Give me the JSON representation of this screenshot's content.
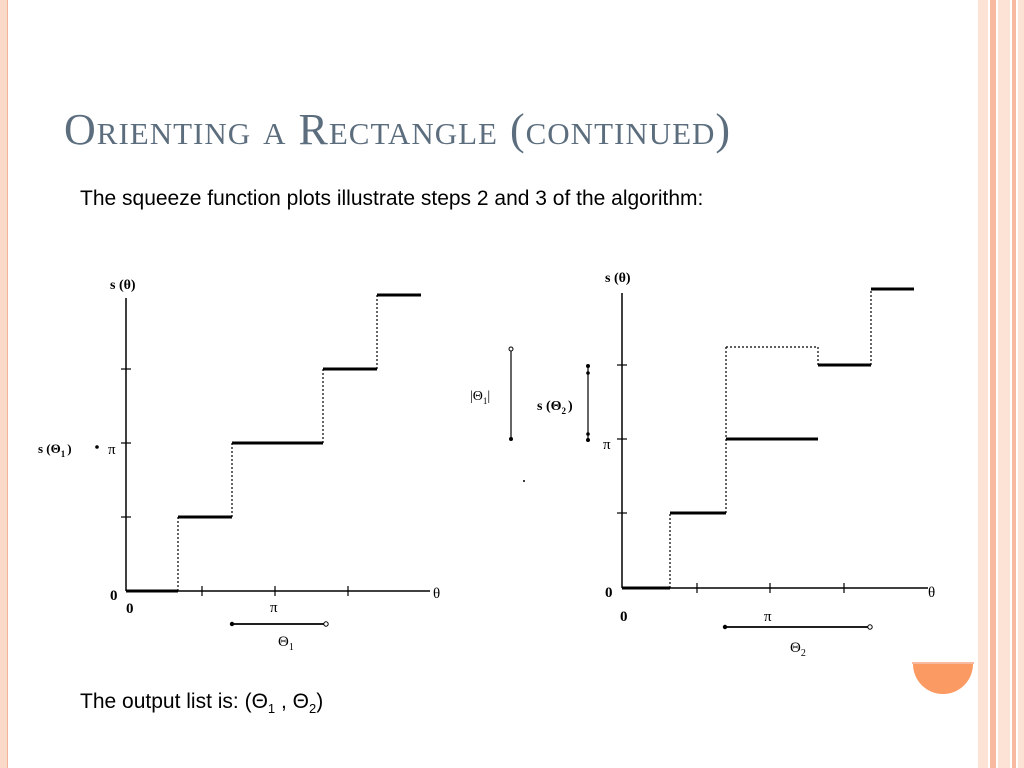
{
  "slide": {
    "title": "Orienting a Rectangle (continued)",
    "intro": "The squeeze function plots illustrate steps 2 and 3 of the algorithm:",
    "output": {
      "prefix": "The output list is: (Θ",
      "sub1": "1",
      "middle": " , Θ",
      "sub2": "2",
      "suffix": ")"
    }
  },
  "figure": {
    "left": {
      "y_axis_label": "s (θ)",
      "x_axis_label": "θ",
      "origin_y": "0",
      "origin_x": "0",
      "pi_y": "π",
      "pi_x": "π",
      "s_theta1_label": "s (Θ",
      "s_theta1_sub": "1",
      "s_theta1_close": ")",
      "theta1_label": "Θ",
      "theta1_sub": "1"
    },
    "middle": {
      "abs_theta1_label": "|Θ",
      "abs_theta1_sub": "1",
      "abs_theta1_close": "|",
      "s_theta2_label": "s (Θ",
      "s_theta2_sub": "2",
      "s_theta2_close": ")"
    },
    "right": {
      "y_axis_label": "s (θ)",
      "x_axis_label": "θ",
      "origin_y": "0",
      "origin_x": "0",
      "pi_y": "π",
      "pi_x": "π",
      "theta2_label": "Θ",
      "theta2_sub": "2"
    }
  },
  "theme": {
    "title_color": "#5c6e7e",
    "accent_orange": "#fb9a62",
    "border_peach": "#fbd9c9"
  }
}
